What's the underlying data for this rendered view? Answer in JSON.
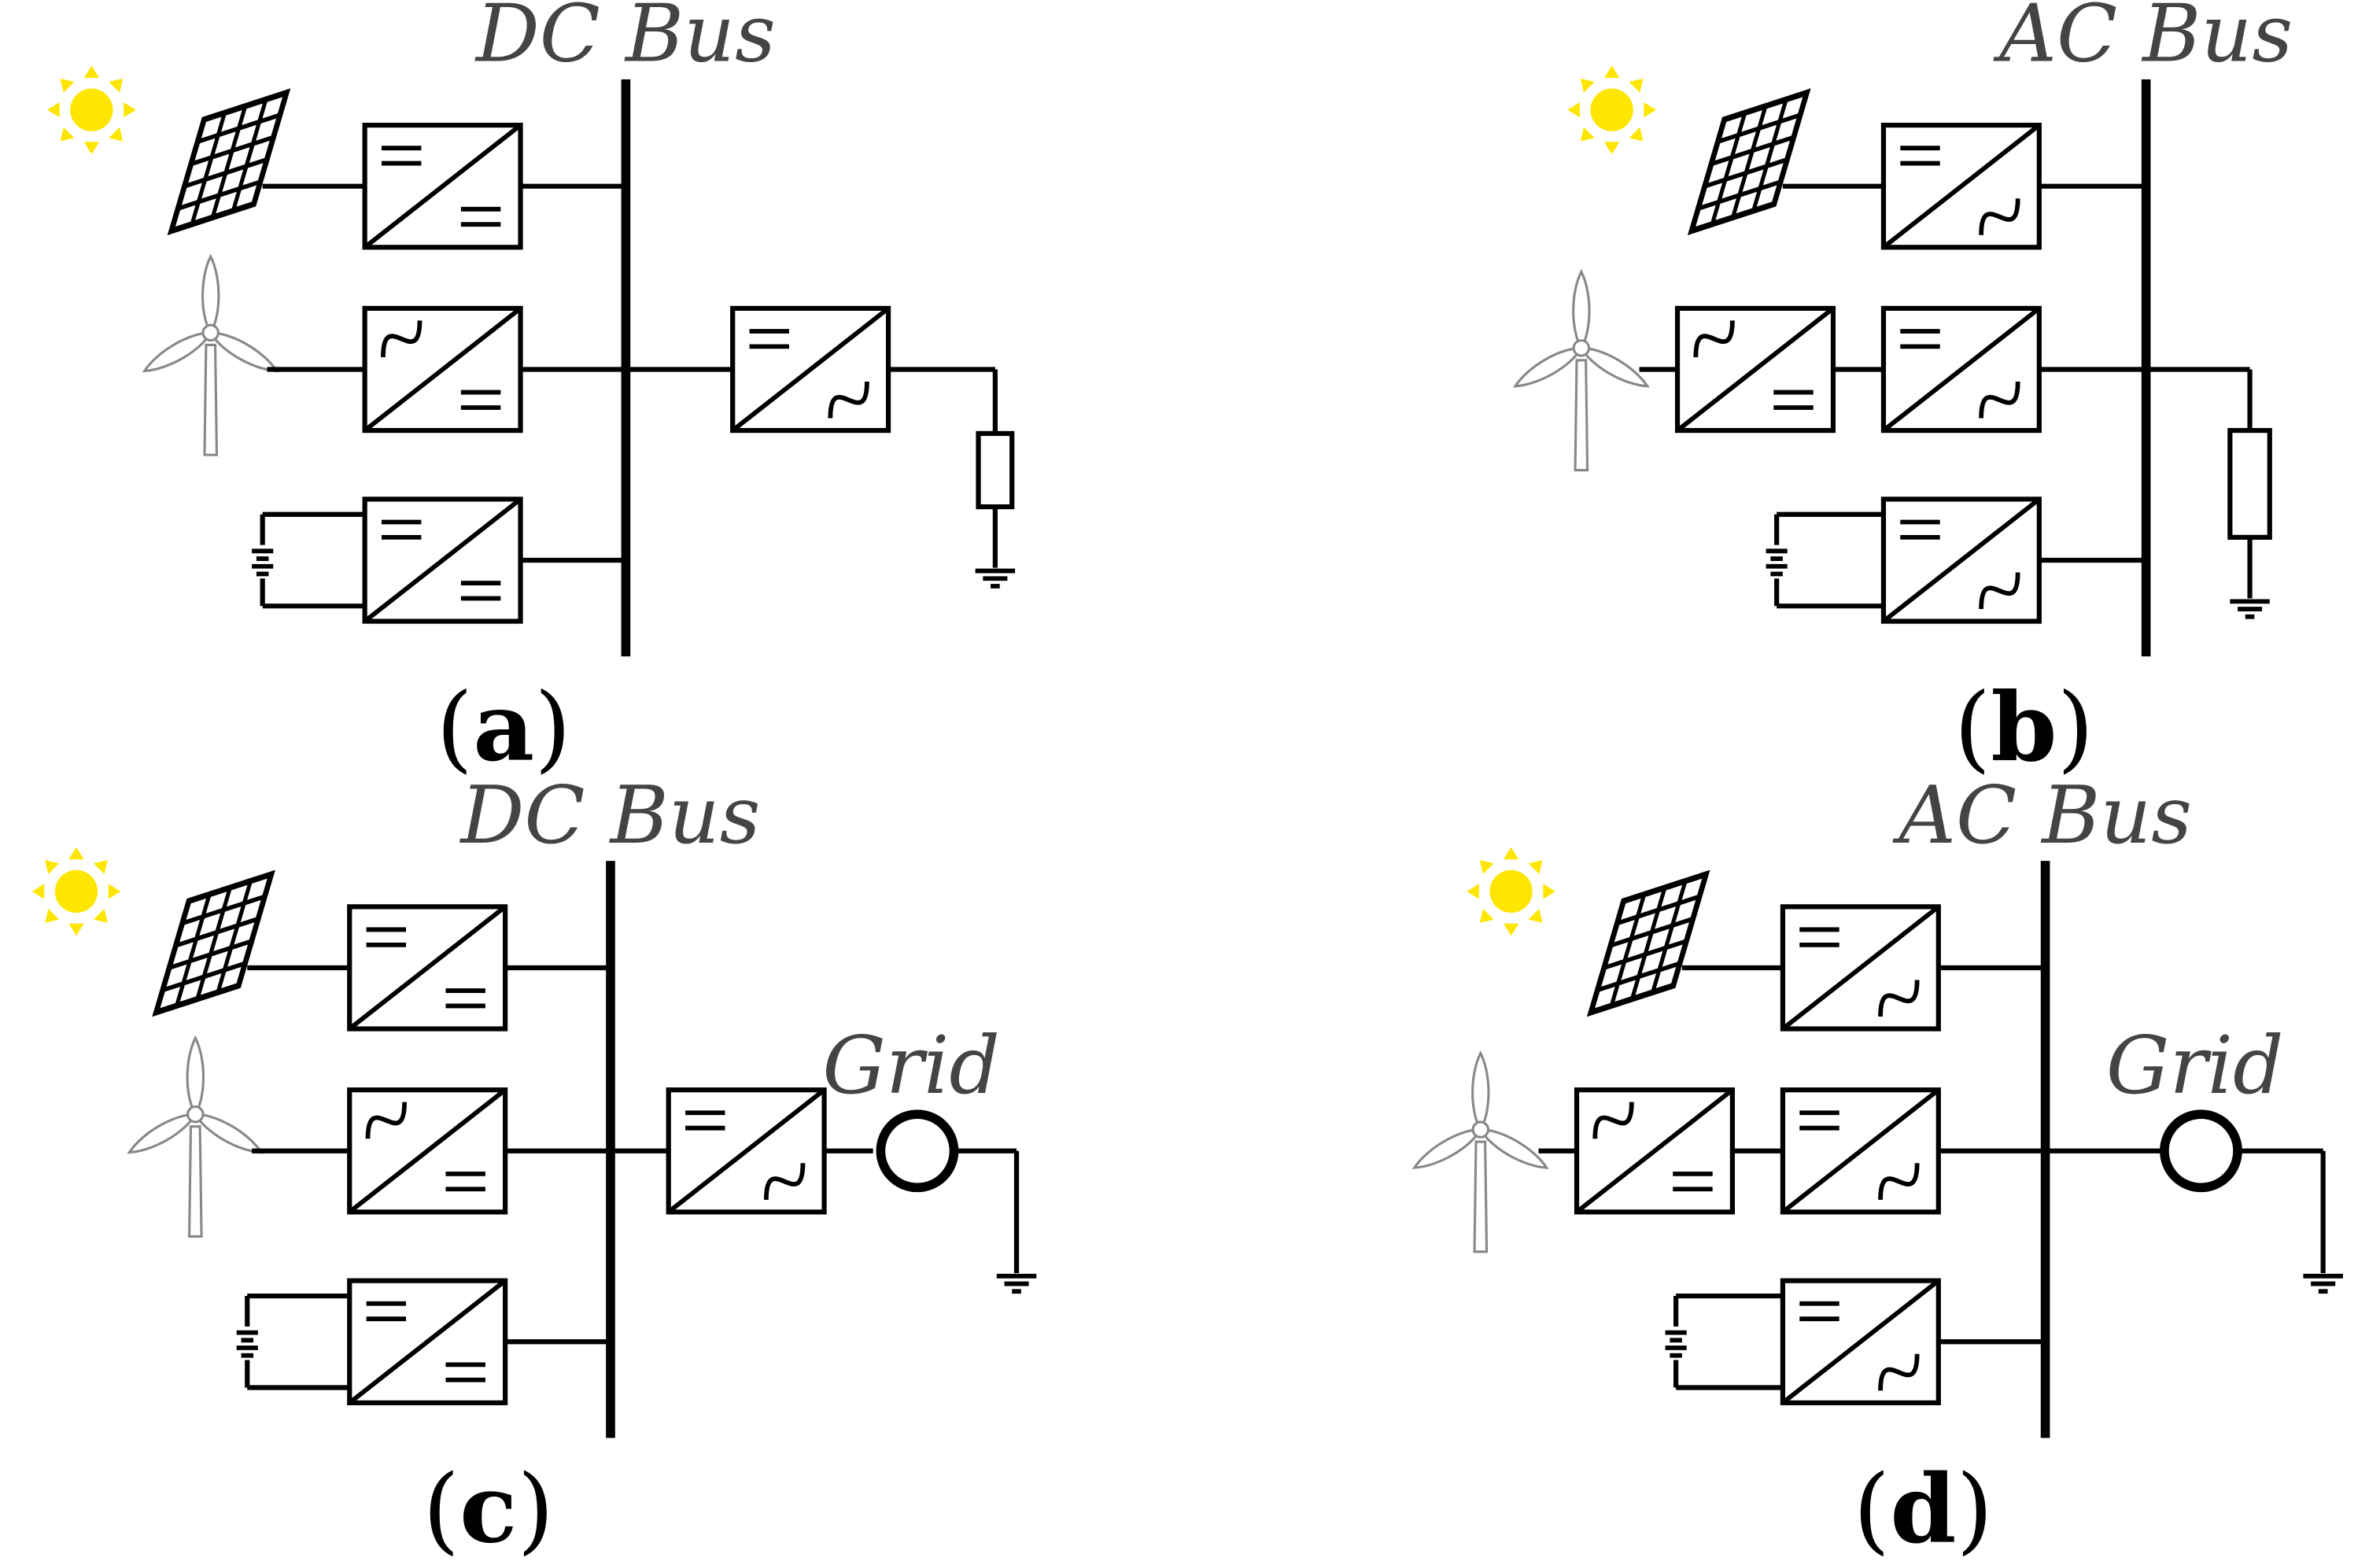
{
  "colors": {
    "line": "#000000",
    "sun": "#FFE600",
    "label": "#444444",
    "turbine": "#888888"
  },
  "panels": [
    {
      "id": "a",
      "caption": "a",
      "bus_label": "DC Bus",
      "bus_type": "DC",
      "load": "resistor",
      "grid_label": ""
    },
    {
      "id": "b",
      "caption": "b",
      "bus_label": "AC Bus",
      "bus_type": "AC",
      "load": "resistor",
      "grid_label": ""
    },
    {
      "id": "c",
      "caption": "c",
      "bus_label": "DC Bus",
      "bus_type": "DC",
      "load": "grid",
      "grid_label": "Grid"
    },
    {
      "id": "d",
      "caption": "d",
      "bus_label": "AC Bus",
      "bus_type": "AC",
      "load": "grid",
      "grid_label": "Grid"
    }
  ],
  "icons": {
    "sun": "sun-icon",
    "solar_panel": "solar-panel-icon",
    "wind_turbine": "wind-turbine-icon",
    "battery": "battery-icon",
    "ground": "ground-icon",
    "dc_dc": "dc-dc-converter-icon",
    "dc_ac": "dc-ac-inverter-icon",
    "ac_dc": "ac-dc-rectifier-icon",
    "resistor": "load-resistor-icon",
    "grid": "grid-source-icon"
  }
}
